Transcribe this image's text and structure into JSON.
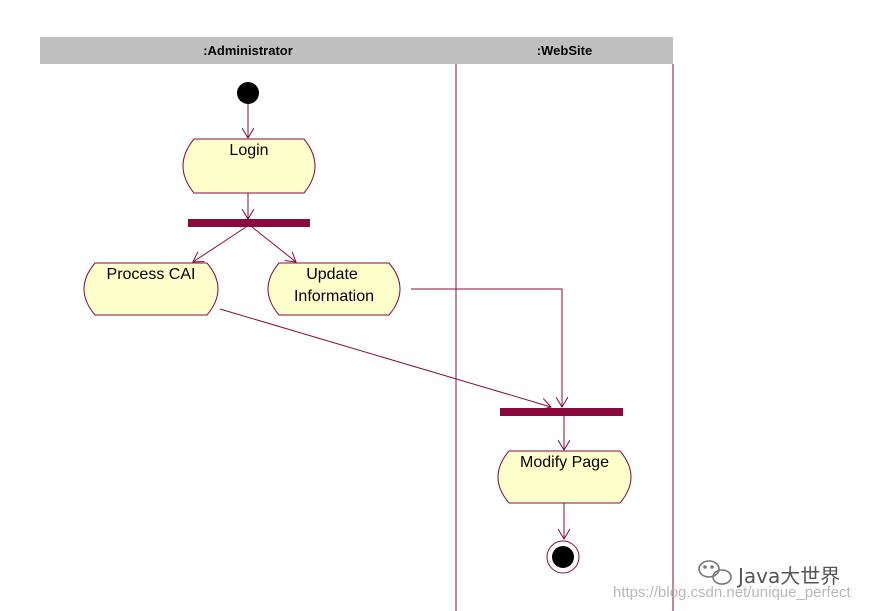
{
  "lanes": [
    {
      "label": ":Administrator"
    },
    {
      "label": ":WebSite"
    }
  ],
  "activities": {
    "login": "Login",
    "process_cai": "Process CAI",
    "update_information_line1": "Update",
    "update_information_line2": "Information",
    "modify_page": "Modify Page"
  },
  "watermark": {
    "brand": "Java大世界",
    "url": "https://blog.csdn.net/unique_perfect"
  },
  "colors": {
    "lane_header": "#c0c0c0",
    "lane_line": "#8b0a3e",
    "activity_fill": "#ffffcc",
    "activity_stroke": "#8b0a3e",
    "sync_bar": "#8b0a3e",
    "initial_node": "#000000"
  }
}
